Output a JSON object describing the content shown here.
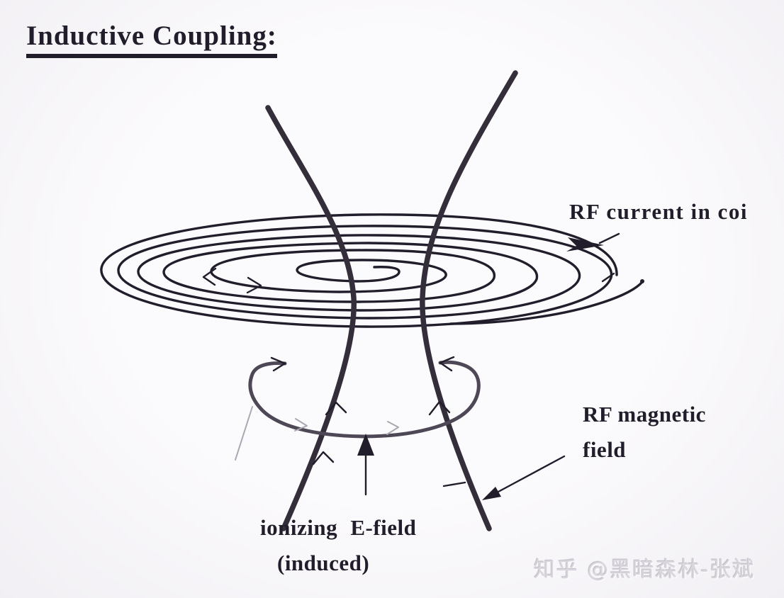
{
  "title": {
    "text": "Inductive Coupling:"
  },
  "labels": {
    "rf_current": "RF current in coi",
    "rf_magnetic_line1": "RF magnetic",
    "rf_magnetic_line2": "field",
    "ionizing_line1": "ionizing E-field",
    "ionizing_line2": "(induced)"
  },
  "watermark": {
    "text": "知乎 @黑暗森林-张斌"
  },
  "diagram": {
    "components": [
      "induction-coil-spiral",
      "coil-current-direction-arrows",
      "rf-magnetic-field-line-left",
      "rf-magnetic-field-line-right",
      "induced-e-field-loop",
      "ionizing-e-field-pointer-arrow",
      "rf-magnetic-field-pointer-arrow"
    ]
  },
  "colors": {
    "ink": "#221d2b",
    "field_line": "#332e3a",
    "loop": "#4e4856",
    "watermark": "#dad6de",
    "background": "#f4f3f6"
  }
}
